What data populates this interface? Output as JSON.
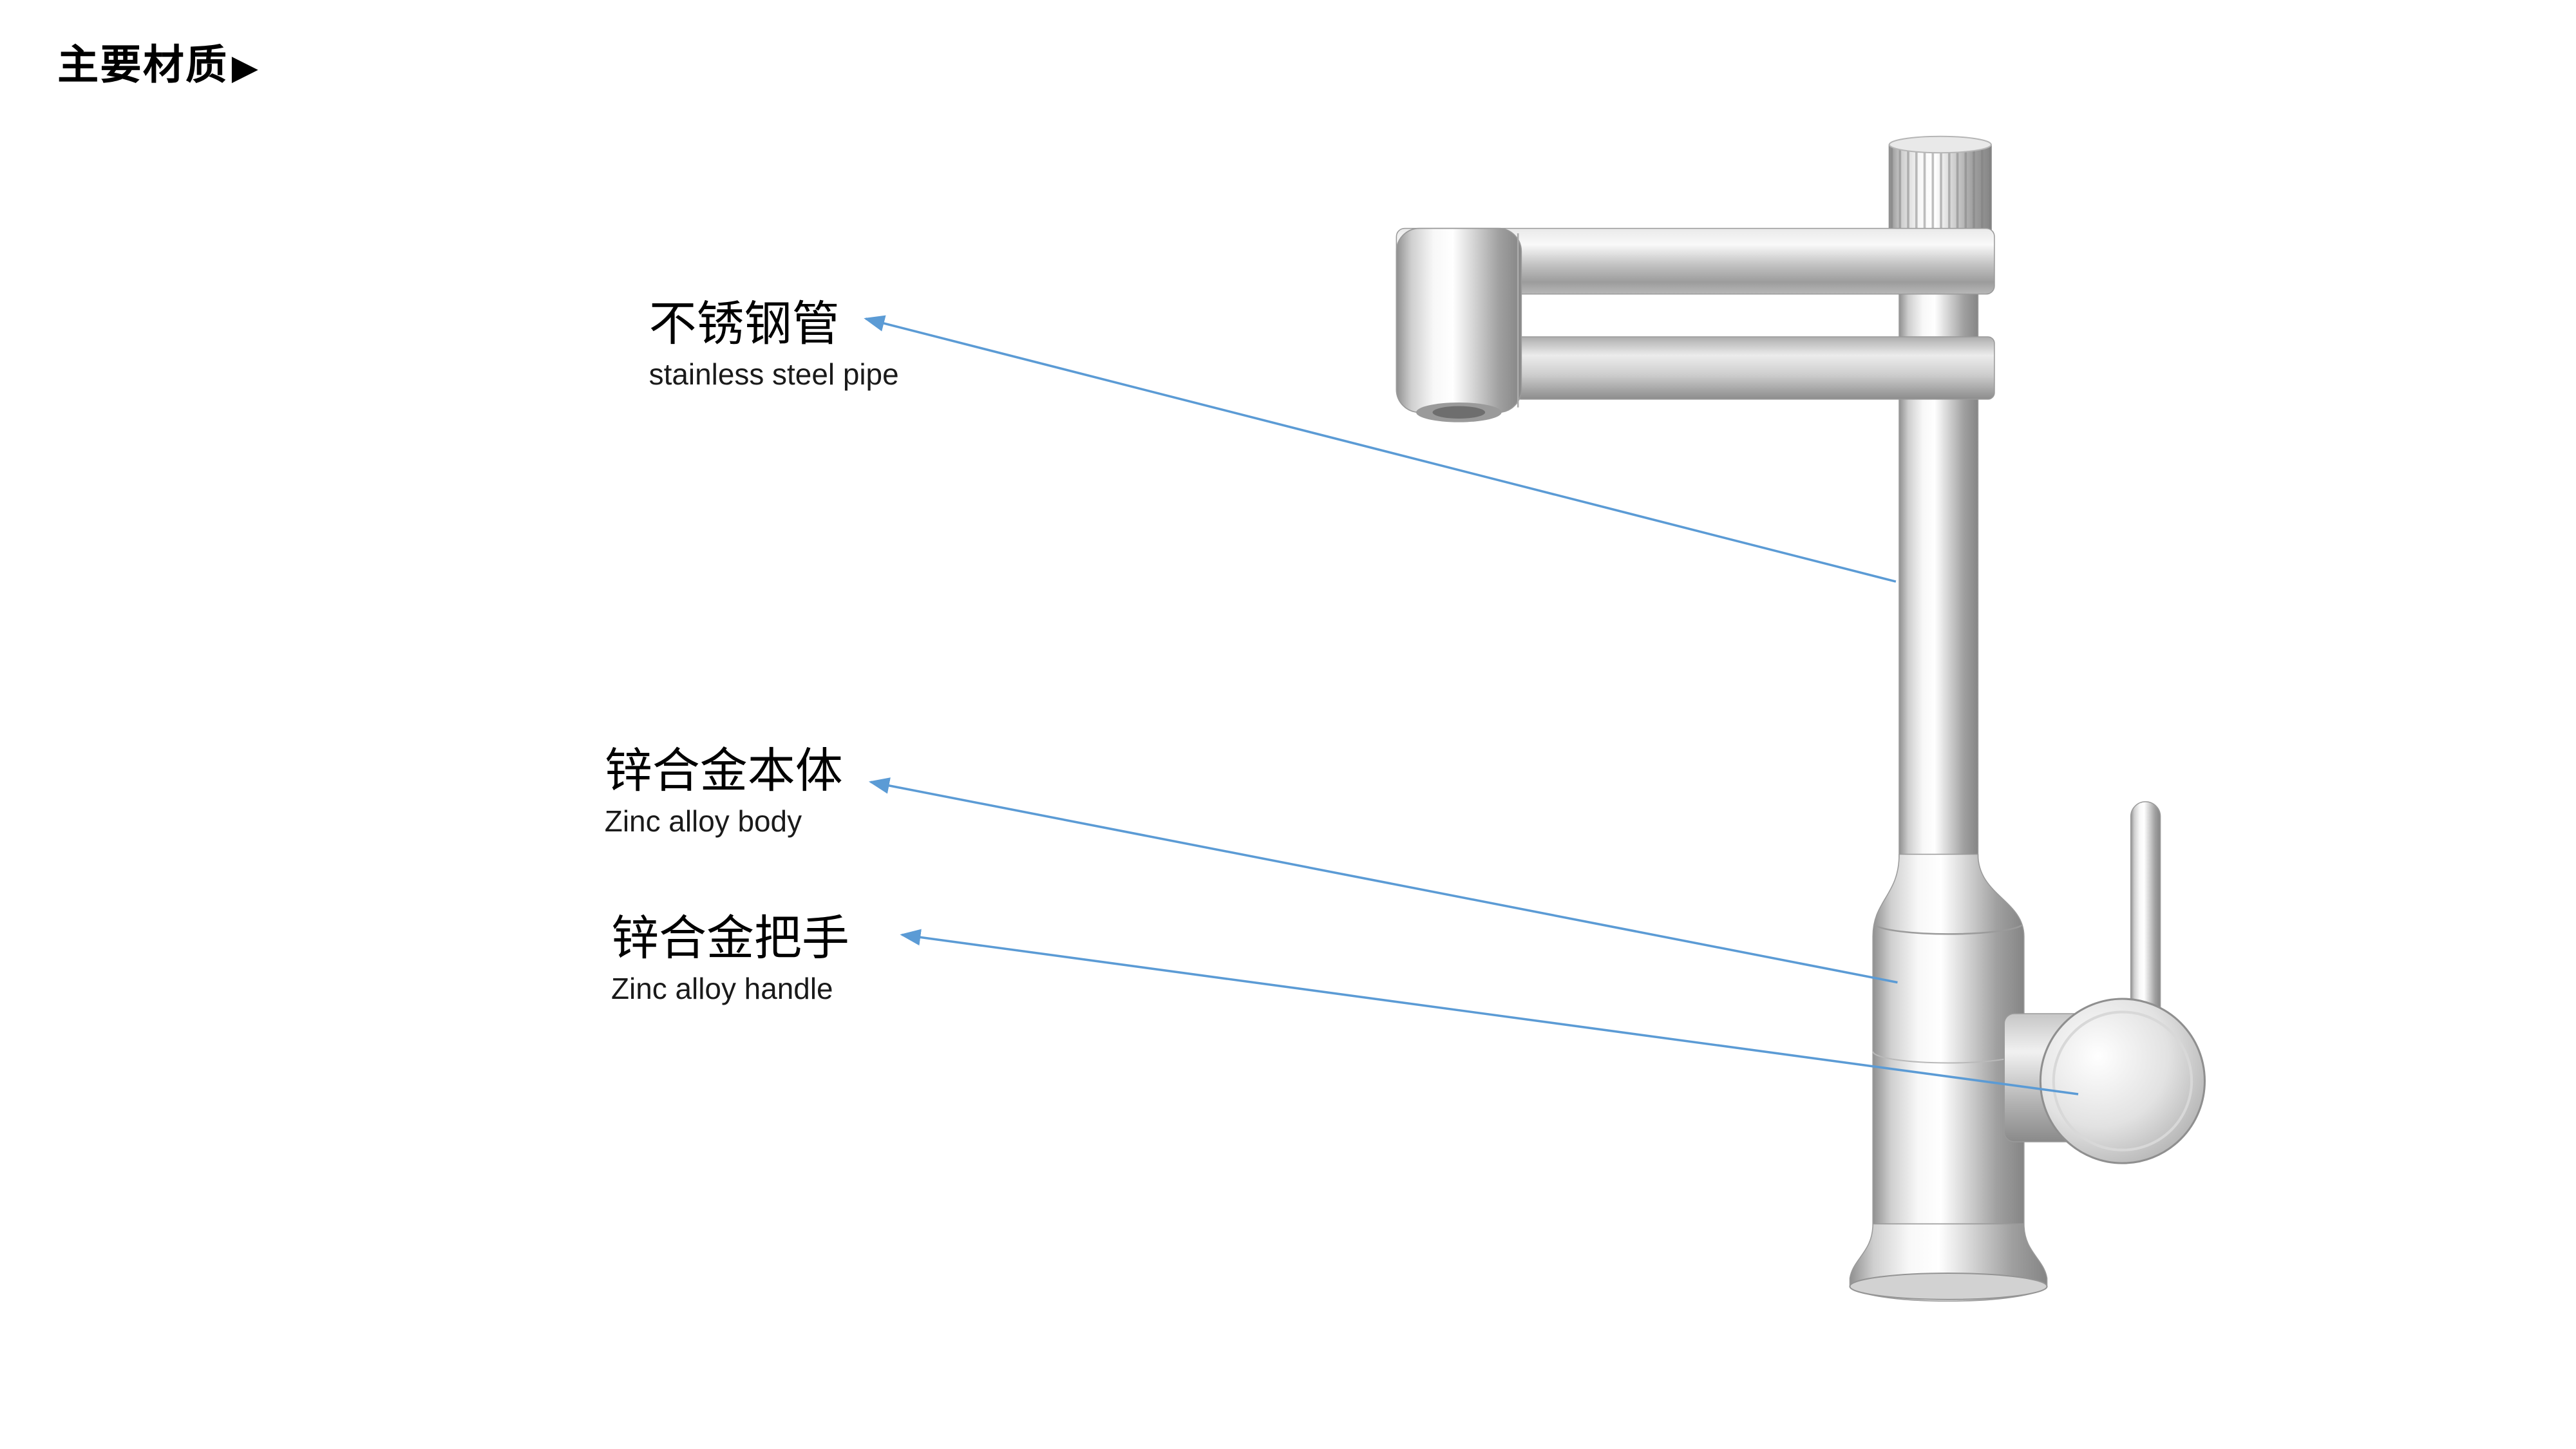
{
  "page": {
    "background": "#ffffff",
    "description_visible_content": "product material callout diagram of a chrome kitchen faucet"
  },
  "header": {
    "title": "主要材质",
    "marker": "▶"
  },
  "colors": {
    "leader_line": "#5B9BD5",
    "text_primary": "#000000",
    "text_secondary": "#1a1a1a",
    "chrome_light": "#ffffff",
    "chrome_mid": "#c9c9c9",
    "chrome_dark": "#8b8b8b"
  },
  "annotations": [
    {
      "id": "pipe",
      "zh": "不锈钢管",
      "en": "stainless steel pipe"
    },
    {
      "id": "body",
      "zh": "锌合金本体",
      "en": "Zinc alloy body"
    },
    {
      "id": "handle",
      "zh": "锌合金把手",
      "en": "Zinc alloy handle"
    }
  ]
}
